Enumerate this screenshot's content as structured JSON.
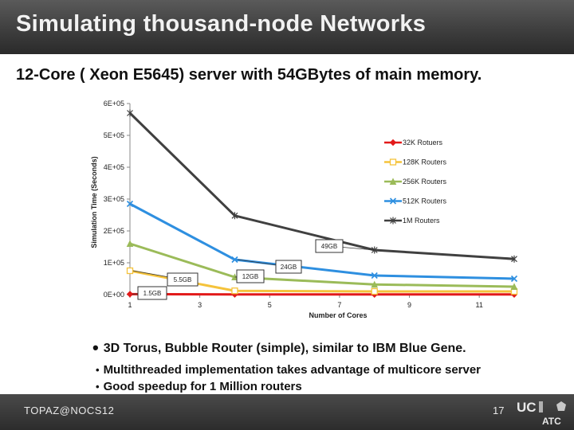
{
  "slide": {
    "title": "Simulating  thousand-node Networks",
    "subtitle": "12-Core ( Xeon E5645) server with 54GBytes of main memory.",
    "bullet_main": "3D Torus, Bubble Router (simple), similar to IBM Blue Gene.",
    "bullet_sub1": "Multithreaded implementation takes advantage of multicore server",
    "bullet_sub2": "Good speedup for 1 Million routers",
    "footer_left": "TOPAZ@NOCS12",
    "page_number": "17",
    "logo_text_top": "UC",
    "logo_text_bottom": "ATC"
  },
  "chart_data": {
    "type": "line",
    "xlabel": "Number of Cores",
    "ylabel": "Simulation Time (Seconds)",
    "xlim": [
      1,
      12
    ],
    "ylim": [
      0,
      600000
    ],
    "x_ticks": [
      1,
      3,
      5,
      7,
      9,
      11
    ],
    "y_ticks": [
      0,
      100000,
      200000,
      300000,
      400000,
      500000,
      600000
    ],
    "y_tick_labels": [
      "0E+00",
      "1E+05",
      "2E+05",
      "3E+05",
      "4E+05",
      "5E+05",
      "6E+05"
    ],
    "x": [
      1,
      4,
      8,
      12
    ],
    "legend_position": "right",
    "series": [
      {
        "name": "32K Rotuers",
        "color": "#e21a1a",
        "marker": "diamond",
        "values": [
          1500,
          700,
          600,
          500
        ]
      },
      {
        "name": "128K Routers",
        "color": "#f5c33b",
        "marker": "square",
        "values": [
          75000,
          12000,
          10000,
          10000
        ]
      },
      {
        "name": "256K Routers",
        "color": "#9bbb59",
        "marker": "triangle",
        "values": [
          160000,
          55000,
          32000,
          25000
        ]
      },
      {
        "name": "512K Routers",
        "color": "#2e8fe0",
        "marker": "x",
        "values": [
          285000,
          110000,
          60000,
          50000
        ]
      },
      {
        "name": "1M Routers",
        "color": "#404040",
        "marker": "star",
        "values": [
          570000,
          248000,
          140000,
          112000
        ]
      }
    ],
    "annotations": [
      {
        "text": "1.5GB",
        "x": 1,
        "y": 1500
      },
      {
        "text": "5.5GB",
        "x": 1,
        "y": 75000
      },
      {
        "text": "12GB",
        "x": 4,
        "y": 55000
      },
      {
        "text": "24GB",
        "x": 4,
        "y": 110000
      },
      {
        "text": "49GB",
        "x": 8,
        "y": 140000
      }
    ]
  }
}
